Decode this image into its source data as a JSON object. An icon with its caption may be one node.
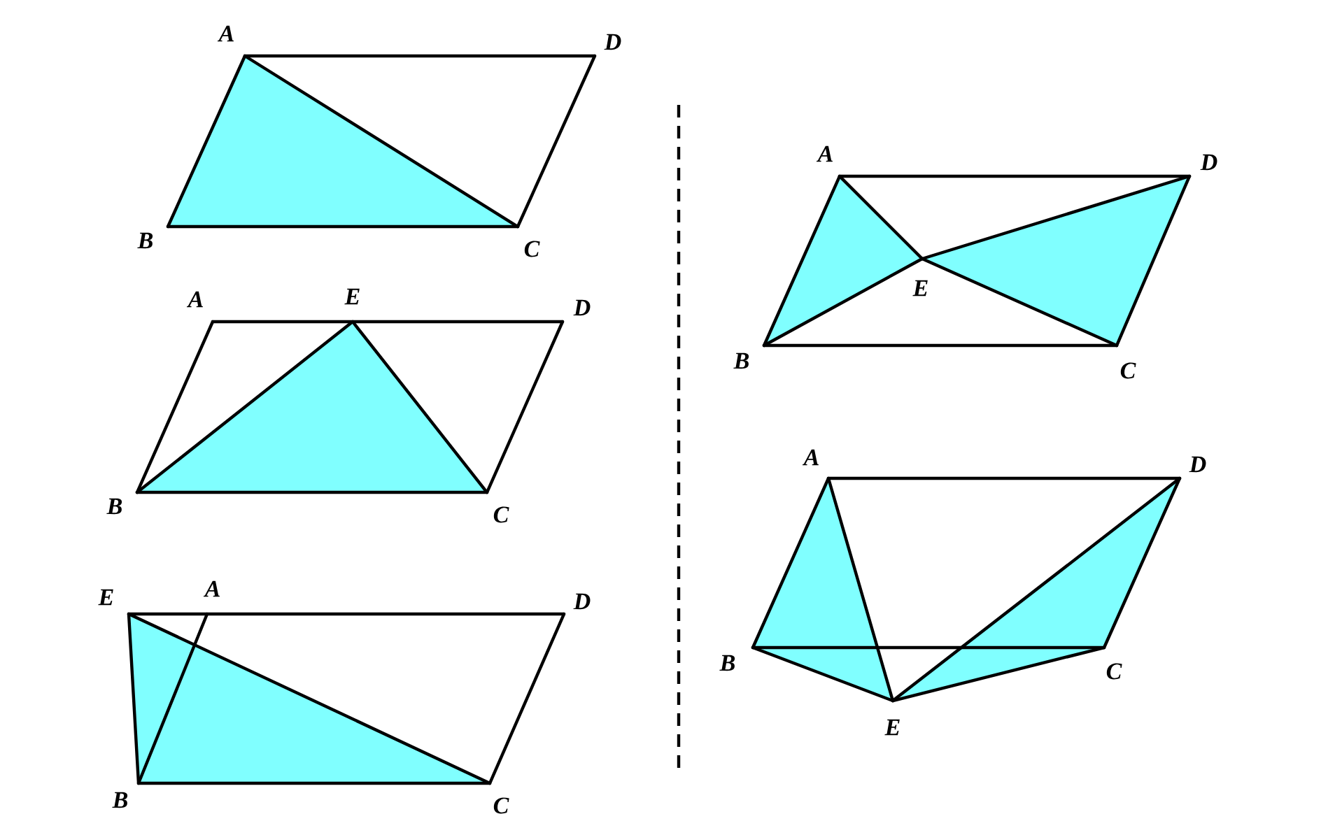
{
  "diagram": {
    "labels": [
      "A",
      "D",
      "B",
      "C",
      "A",
      "E",
      "D",
      "B",
      "C",
      "E",
      "A",
      "D",
      "B",
      "C",
      "A",
      "D",
      "E",
      "B",
      "C",
      "A",
      "D",
      "B",
      "C",
      "E"
    ]
  }
}
